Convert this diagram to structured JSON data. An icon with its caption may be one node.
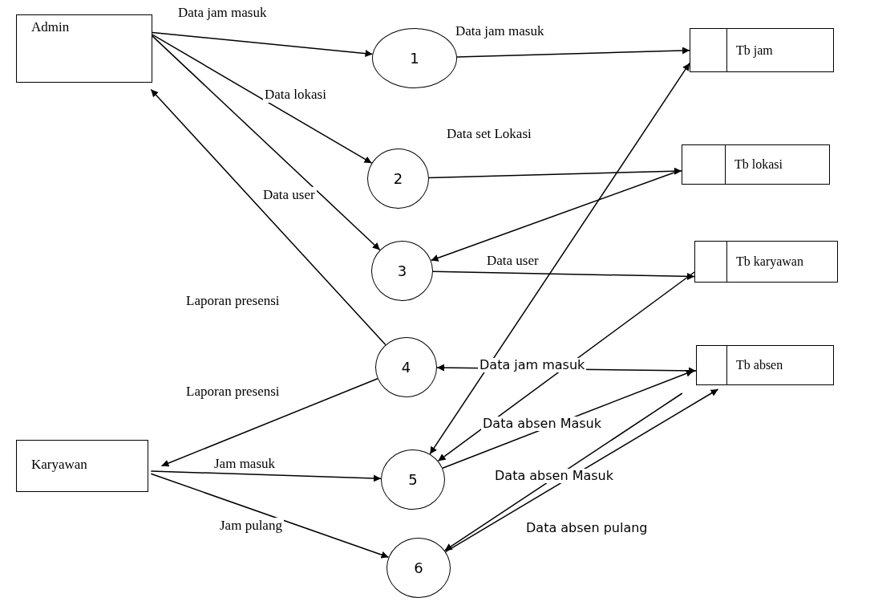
{
  "diagram": {
    "nodes": [
      {
        "text": [
          "Admin"
        ]
      },
      {
        "text": [
          "1"
        ]
      },
      {
        "text": [
          "Tb jam"
        ]
      },
      {
        "text": [
          "2"
        ]
      },
      {
        "text": [
          "Tb lokasi"
        ]
      },
      {
        "text": [
          "3"
        ]
      },
      {
        "text": [
          "Tb karyawan"
        ]
      },
      {
        "text": [
          "4"
        ]
      },
      {
        "text": [
          "Tb absen"
        ]
      },
      {
        "text": [
          "Karyawan"
        ]
      },
      {
        "text": [
          "5"
        ]
      },
      {
        "text": [
          "6"
        ]
      }
    ],
    "edges": [
      {
        "from": 0,
        "to": 1,
        "arrow": "to",
        "label": "Data jam masuk"
      },
      {
        "from": 1,
        "to": 2,
        "arrow": "to",
        "label": "Data jam masuk"
      },
      {
        "from": 0,
        "to": 3,
        "arrow": "to",
        "label": "Data lokasi"
      },
      {
        "from": 3,
        "to": 4,
        "arrow": "to",
        "label": "Data set Lokasi"
      },
      {
        "from": 0,
        "to": 5,
        "arrow": "to",
        "label": "Data user"
      },
      {
        "from": 4,
        "to": 5,
        "arrow": "to"
      },
      {
        "from": 5,
        "to": 6,
        "arrow": "to",
        "label": "Data user"
      },
      {
        "from": 7,
        "to": 0,
        "arrow": "to",
        "label": "Laporan presensi"
      },
      {
        "from": 8,
        "to": 7,
        "arrow": "both",
        "label": "Data jam masuk"
      },
      {
        "from": 7,
        "to": 9,
        "arrow": "to",
        "label": "Laporan presensi"
      },
      {
        "from": 9,
        "to": 10,
        "arrow": "to",
        "label": "Jam masuk"
      },
      {
        "from": 9,
        "to": 11,
        "arrow": "to",
        "label": "Jam pulang"
      },
      {
        "from": 10,
        "to": 2,
        "arrow": "both"
      },
      {
        "from": 6,
        "to": 10,
        "arrow": "to"
      },
      {
        "from": 10,
        "to": 8,
        "arrow": "to",
        "label": "Data absen Masuk"
      },
      {
        "from": 8,
        "to": 11,
        "arrow": "to",
        "label": "Data absen Masuk"
      },
      {
        "from": 11,
        "to": 8,
        "arrow": "to",
        "label": "Data absen pulang"
      }
    ]
  }
}
